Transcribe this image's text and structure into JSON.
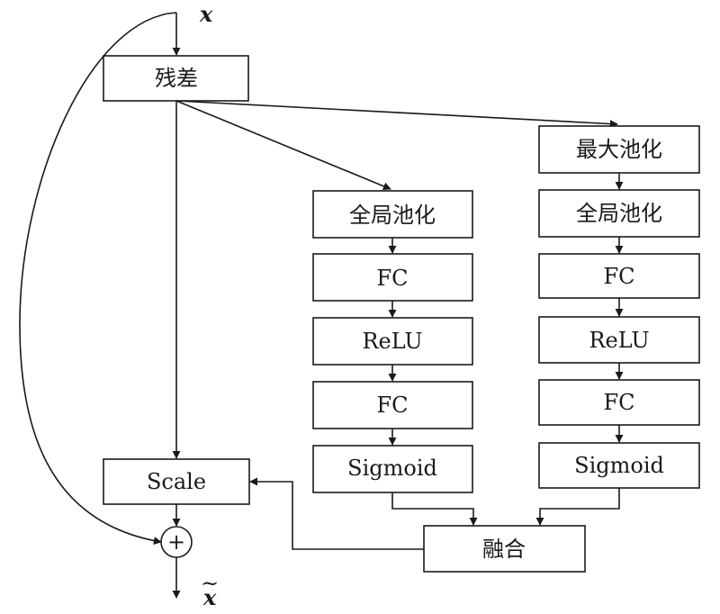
{
  "input_label": "x",
  "output_label": "x",
  "output_accent": "~",
  "residual": "残差",
  "scale": "Scale",
  "add_symbol": "+",
  "fusion": "融合",
  "avg_branch": {
    "pool": "全局池化",
    "fc1": "FC",
    "relu": "ReLU",
    "fc2": "FC",
    "sigmoid": "Sigmoid"
  },
  "max_branch": {
    "maxpool": "最大池化",
    "pool": "全局池化",
    "fc1": "FC",
    "relu": "ReLU",
    "fc2": "FC",
    "sigmoid": "Sigmoid"
  },
  "colors": {
    "stroke": "#1a1a1a",
    "background": "#ffffff"
  }
}
